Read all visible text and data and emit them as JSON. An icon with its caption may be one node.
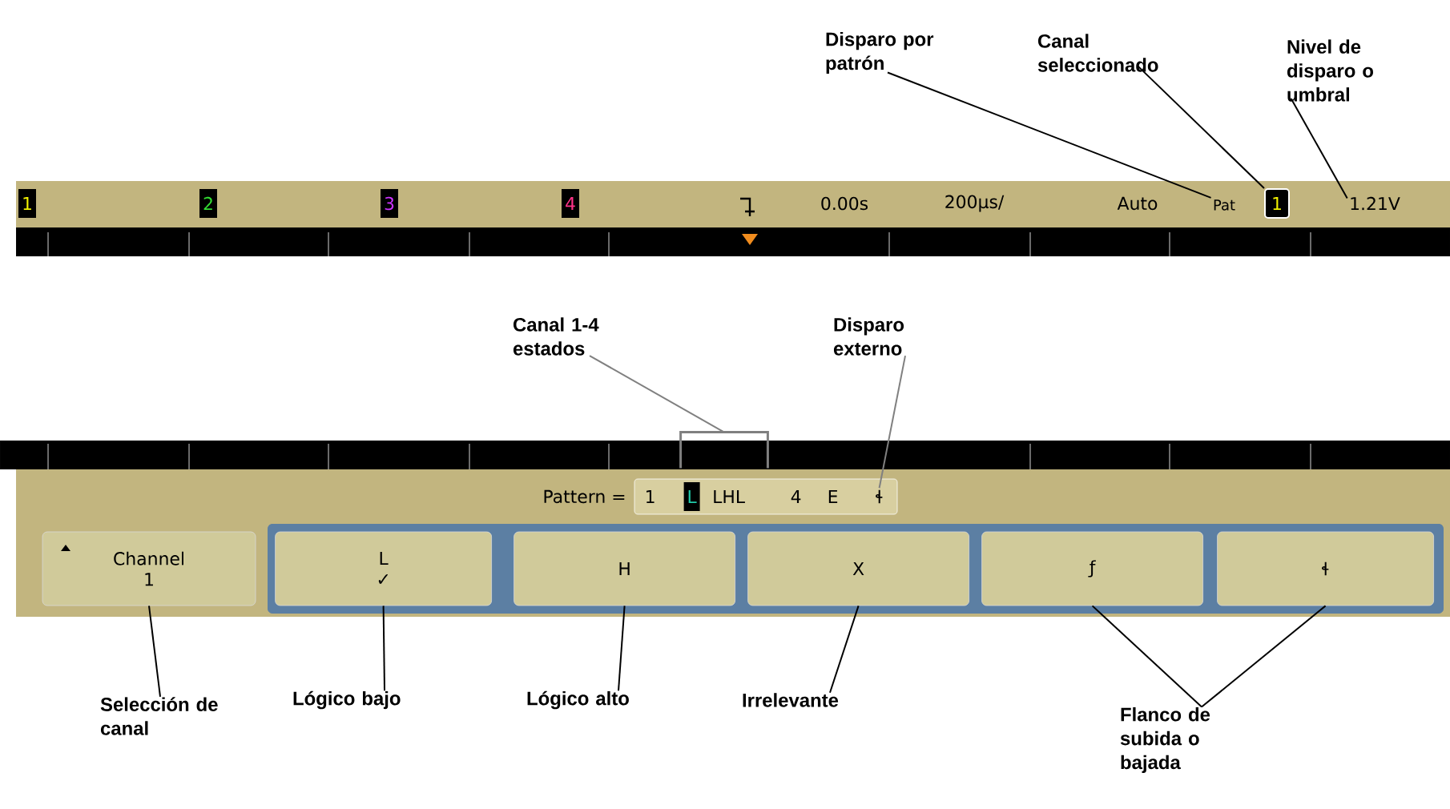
{
  "diagram": {
    "nodes": [
      {
        "text": [
          "Disparo por patrón"
        ]
      },
      {
        "text": [
          "Canal seleccionado"
        ]
      },
      {
        "text": [
          "Nivel de disparo o umbral"
        ]
      },
      {
        "text": [
          "1"
        ]
      },
      {
        "text": [
          "2"
        ]
      },
      {
        "text": [
          "3"
        ]
      },
      {
        "text": [
          "4"
        ]
      },
      {
        "text": [
          "0.00s"
        ]
      },
      {
        "text": [
          "200µs/"
        ]
      },
      {
        "text": [
          "Auto"
        ]
      },
      {
        "text": [
          "Pat"
        ]
      },
      {
        "text": [
          "1"
        ]
      },
      {
        "text": [
          "1.21V"
        ]
      },
      {
        "text": [
          "Canal 1-4 estados"
        ]
      },
      {
        "text": [
          "Disparo externo"
        ]
      },
      {
        "text": [],
        "shape": "bracket"
      },
      {
        "text": [],
        "shape": "box"
      },
      {
        "text": [
          "1"
        ],
        "in": 16
      },
      {
        "text": [
          "L"
        ],
        "in": 16
      },
      {
        "text": [
          "LHL"
        ],
        "in": 16
      },
      {
        "text": [
          "4"
        ],
        "in": 16
      },
      {
        "text": [
          "E"
        ],
        "in": 16
      },
      {
        "text": [
          "ɬ"
        ],
        "in": 16
      },
      {
        "text": [
          "Channel",
          "1"
        ]
      },
      {
        "text": [],
        "shape": "box"
      },
      {
        "text": [
          "L",
          "✓"
        ],
        "in": 24
      },
      {
        "text": [
          "H"
        ],
        "in": 24
      },
      {
        "text": [
          "X"
        ],
        "in": 24
      },
      {
        "text": [
          "ƒ"
        ],
        "in": 24
      },
      {
        "text": [
          "ɬ"
        ],
        "in": 24
      },
      {
        "text": [
          "Selección de canal"
        ]
      },
      {
        "text": [
          "Lógico bajo"
        ]
      },
      {
        "text": [
          "Lógico alto"
        ]
      },
      {
        "text": [
          "Irrelevante"
        ]
      },
      {
        "text": [
          "Flanco de subida o bajada"
        ]
      }
    ],
    "edges": [
      {
        "from": 0,
        "to": 10,
        "arrow": "none"
      },
      {
        "from": 1,
        "to": 11,
        "arrow": "none"
      },
      {
        "from": 2,
        "to": 12,
        "arrow": "none"
      },
      {
        "from": 13,
        "to": 15,
        "arrow": "none",
        "color": "#808080"
      },
      {
        "from": 14,
        "to": 22,
        "arrow": "none",
        "color": "#808080"
      },
      {
        "from": 30,
        "to": 23,
        "arrow": "none"
      },
      {
        "from": 31,
        "to": 25,
        "arrow": "none"
      },
      {
        "from": 32,
        "to": 26,
        "arrow": "none"
      },
      {
        "from": 33,
        "to": 27,
        "arrow": "none"
      },
      {
        "from": 34,
        "to": 28,
        "arrow": "none"
      },
      {
        "from": 34,
        "to": 29,
        "arrow": "none"
      }
    ],
    "labels": [
      "Pattern ="
    ]
  }
}
